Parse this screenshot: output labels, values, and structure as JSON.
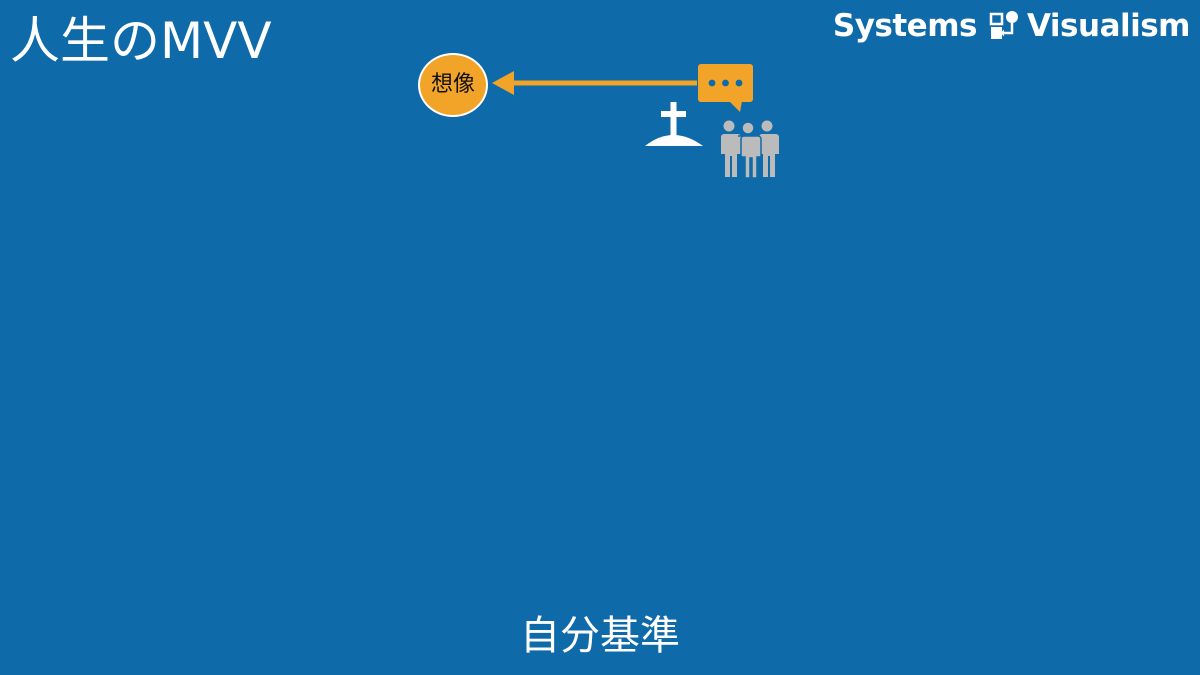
{
  "slide": {
    "title": "人生のMVV",
    "brand": {
      "left_text": "Systems",
      "right_text": "Visualism",
      "logo_icon": "systems-visualism-logo-icon"
    },
    "diagram": {
      "imagine_node_label": "想像",
      "speech_icon": "speech-bubble-icon",
      "grave_icon": "grave-cross-icon",
      "people_icon": "people-group-icon",
      "arrow": "arrow-left"
    },
    "bottom_caption": "自分基準"
  },
  "colors": {
    "background": "#0F6AAA",
    "accent": "#F2A428",
    "text": "#FFFFFF",
    "people": "#BBBBBB"
  }
}
